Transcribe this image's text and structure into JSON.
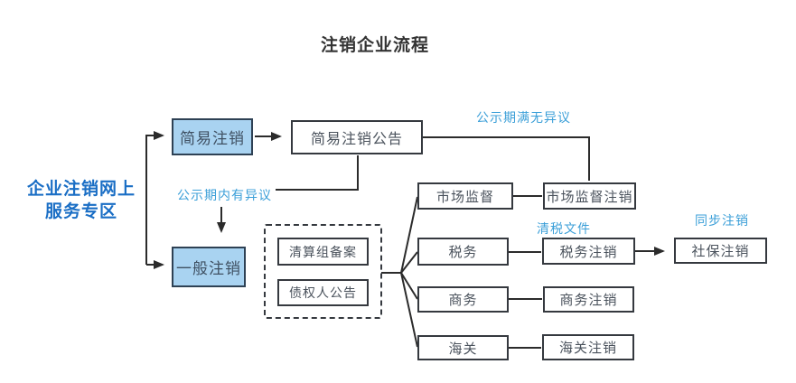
{
  "title": "注销企业流程",
  "sidebar_label": {
    "line1": "企业注销网上",
    "line2": "服务专区"
  },
  "nodes": {
    "simple_cancel": {
      "label": "简易注销"
    },
    "simple_cancel_notice": {
      "label": "简易注销公告"
    },
    "general_cancel": {
      "label": "一般注销"
    },
    "liquidation_filing": {
      "label": "清算组备案"
    },
    "creditor_notice": {
      "label": "债权人公告"
    },
    "market_supervision": {
      "label": "市场监督"
    },
    "market_supervision_cancel": {
      "label": "市场监督注销"
    },
    "tax": {
      "label": "税务"
    },
    "tax_cancel": {
      "label": "税务注销"
    },
    "commerce": {
      "label": "商务"
    },
    "commerce_cancel": {
      "label": "商务注销"
    },
    "customs": {
      "label": "海关"
    },
    "customs_cancel": {
      "label": "海关注销"
    },
    "social_security_cancel": {
      "label": "社保注销"
    }
  },
  "annotations": {
    "no_objection": "公示期满无异议",
    "objection_in_period": "公示期内有异议",
    "tax_clearance_doc": "清税文件",
    "sync_cancel": "同步注销"
  },
  "colors": {
    "annotation_blue": "#3b9fd8",
    "sidebar_blue": "#1a6ec5",
    "node_fill_blue": "#a9d3f1",
    "node_border": "#2e4154",
    "line_color": "#2b2b2b",
    "title_color": "#333333"
  }
}
